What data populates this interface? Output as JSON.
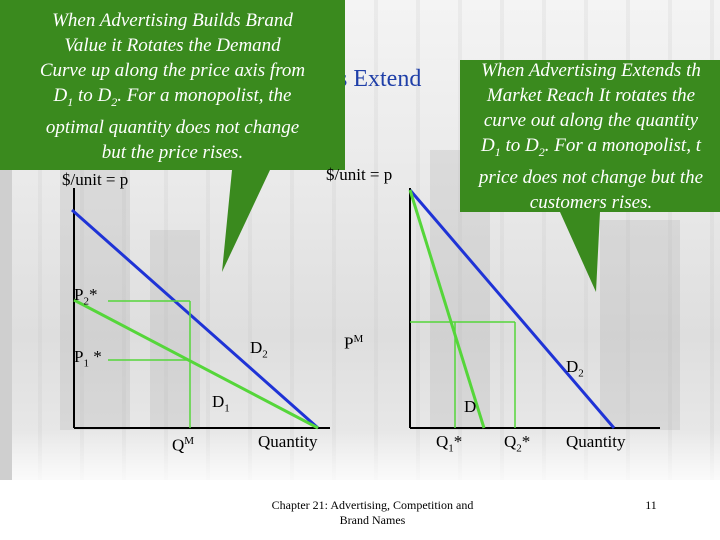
{
  "slide_title_partial": "rs Extend",
  "left_callout": {
    "line1": "When Advertising Builds Brand",
    "line2": "Value it Rotates the Demand",
    "line3": "Curve up along the price axis from",
    "line4_a": "D",
    "line4_sub1": "1",
    "line4_b": " to D",
    "line4_sub2": "2",
    "line4_c": ".  For a monopolist, the",
    "line5": "optimal quantity does not change",
    "line6": "but the price rises."
  },
  "right_callout": {
    "line1": "When Advertising Extends th",
    "line2": "Market Reach It rotates the",
    "line3": "curve out along the quantity",
    "line4_a": "D",
    "line4_sub1": "1",
    "line4_b": " to D",
    "line4_sub2": "2",
    "line4_c": ".  For a monopolist, t",
    "line5": "price does not change but the",
    "line6": "customers rises."
  },
  "left_graph": {
    "y_axis_label": "$/unit = p",
    "p2_label": "P",
    "p2_sub": "2",
    "p2_star": "*",
    "p1_label": "P",
    "p1_sub": "1",
    "p1_star": " *",
    "d2_label": "D",
    "d2_sub": "2",
    "d1_label": "D",
    "d1_sub": "1",
    "qm_label": "Q",
    "qm_sup": "M",
    "x_axis_label": "Quantity"
  },
  "right_graph": {
    "y_axis_label": "$/unit = p",
    "pm_label": "P",
    "pm_sup": "M",
    "d2_label": "D",
    "d2_sub": "2",
    "d1_label": "D",
    "q1_label": "Q",
    "q1_sub": "1",
    "q1_star": "*",
    "q2_label": "Q",
    "q2_sub": "2",
    "q2_star": "*",
    "x_axis_label": "Quantity"
  },
  "footer": {
    "chapter_line1": "Chapter 21: Advertising, Competition and",
    "chapter_line2": "Brand Names",
    "page_number": "11"
  },
  "colors": {
    "callout_green": "#3a8a1e",
    "d1_line": "#55d63a",
    "d2_line": "#1f33d6",
    "title_blue": "#1f3fa8"
  }
}
